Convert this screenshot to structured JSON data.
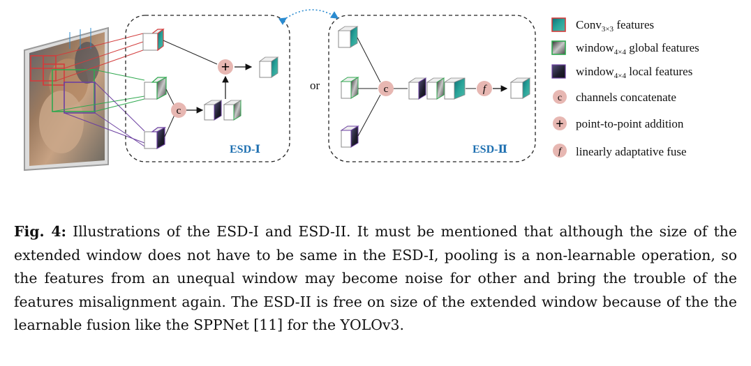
{
  "diagram": {
    "esd1_label": "ESD-Ⅰ",
    "esd2_label": "ESD-Ⅱ",
    "or_label": "or",
    "node_c": "c",
    "node_f": "f",
    "node_plus": "+"
  },
  "legend": {
    "conv_main": "Conv",
    "conv_sub": "3×3",
    "conv_tail": " features",
    "global_main": "window",
    "global_sub": "4×4",
    "global_tail": " global features",
    "local_main": "window",
    "local_sub": "4×4",
    "local_tail": " local features",
    "concat_symbol": "c",
    "concat_text": "channels concatenate",
    "add_symbol": "+",
    "add_text": "point-to-point addition",
    "fuse_symbol": "f",
    "fuse_text": "linearly adaptative fuse"
  },
  "caption": {
    "label": "Fig. 4:",
    "text": " Illustrations of the ESD-I and ESD-II. It must be mentioned that although the size of the extended window does not have to be same in the ESD-I, pooling is a non-learnable operation, so the features from an unequal window may become noise for other and bring the trouble of the features misalignment again. The ESD-II is free on size of the extended window because of the the learnable fusion like the SPPNet [11] for the YOLOv3."
  },
  "colors": {
    "conv_accent": "#d23c3c",
    "global_accent": "#2fa84f",
    "local_accent": "#6b3fa0",
    "node_fill": "#e7b7b2",
    "esd_label": "#1d6fb0",
    "teal": "#1c8a8a"
  }
}
